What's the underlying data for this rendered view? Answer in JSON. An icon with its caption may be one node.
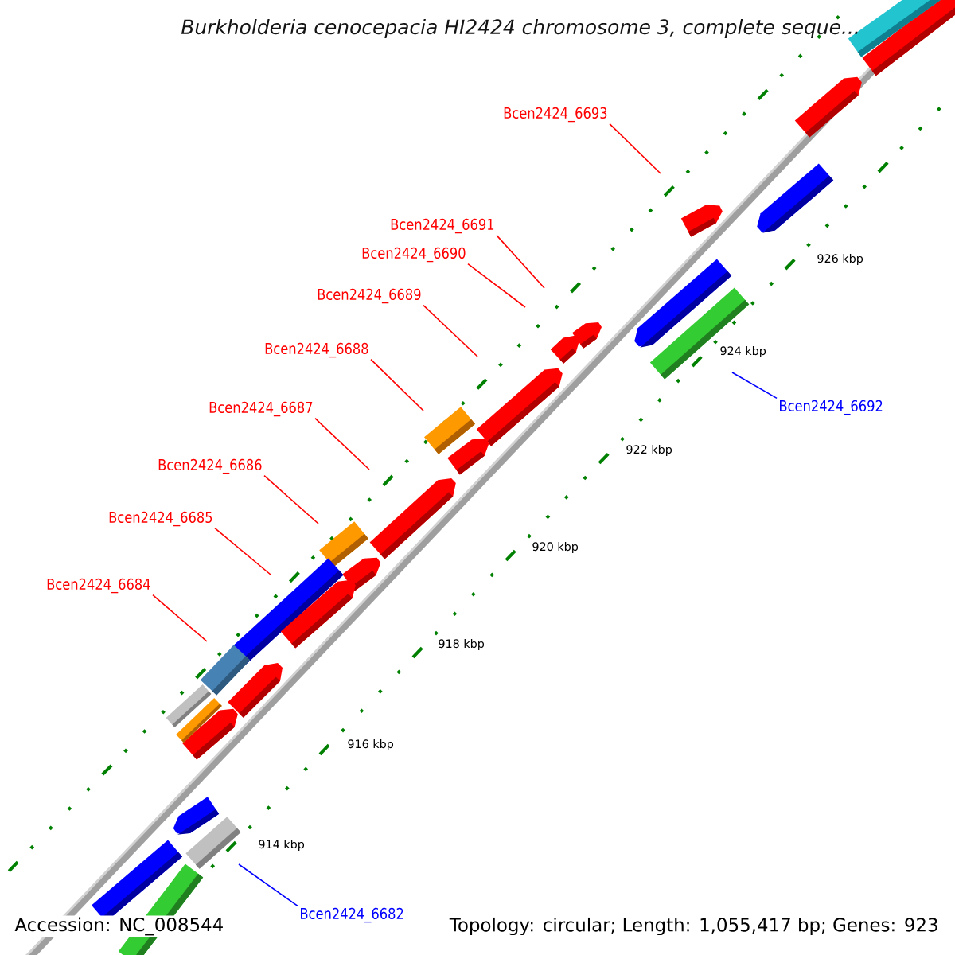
{
  "diagram": {
    "title": "Burkholderia cenocepacia HI2424 chromosome 3, complete seque...",
    "nodes": [
      {
        "text": [
          "Bcen2424_6693"
        ]
      },
      {
        "text": [
          "Bcen2424_6691"
        ]
      },
      {
        "text": [
          "Bcen2424_6690"
        ]
      },
      {
        "text": [
          "Bcen2424_6689"
        ]
      },
      {
        "text": [
          "Bcen2424_6688"
        ]
      },
      {
        "text": [
          "Bcen2424_6687"
        ]
      },
      {
        "text": [
          "Bcen2424_6686"
        ]
      },
      {
        "text": [
          "Bcen2424_6685"
        ]
      },
      {
        "text": [
          "Bcen2424_6684"
        ]
      },
      {
        "text": [
          "Bcen2424_6692"
        ]
      },
      {
        "text": [
          "Bcen2424_6682"
        ]
      }
    ],
    "edges": [
      {
        "from": 0,
        "to": null,
        "arrow": "none"
      },
      {
        "from": 1,
        "to": null,
        "arrow": "none"
      },
      {
        "from": 2,
        "to": null,
        "arrow": "none"
      },
      {
        "from": 3,
        "to": null,
        "arrow": "none"
      },
      {
        "from": 4,
        "to": null,
        "arrow": "none"
      },
      {
        "from": 5,
        "to": null,
        "arrow": "none"
      },
      {
        "from": 6,
        "to": null,
        "arrow": "none"
      },
      {
        "from": 7,
        "to": null,
        "arrow": "none"
      },
      {
        "from": 8,
        "to": null,
        "arrow": "none"
      },
      {
        "from": 9,
        "to": null,
        "arrow": "none",
        "color": "#0000ff"
      },
      {
        "from": 10,
        "to": null,
        "arrow": "none",
        "color": "#0000ff"
      }
    ],
    "labels": [
      "926 kbp",
      "924 kbp",
      "922 kbp",
      "920 kbp",
      "918 kbp",
      "916 kbp",
      "914 kbp",
      "Accession: NC_008544",
      "Topology: circular; Length: 1,055,417 bp; Genes: 923"
    ]
  }
}
